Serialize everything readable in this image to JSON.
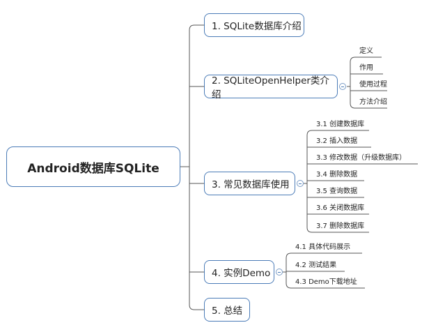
{
  "root": {
    "label": "Android数据库SQLite"
  },
  "topics": [
    {
      "label": "1. SQLite数据库介绍",
      "subtopics": []
    },
    {
      "label": "2. SQLiteOpenHelper类介绍",
      "subtopics": [
        "定义",
        "作用",
        "使用过程",
        "方法介绍"
      ]
    },
    {
      "label": "3. 常见数据库使用",
      "subtopics": [
        "3.1 创建数据库",
        "3.2 插入数据",
        "3.3 修改数据（升级数据库）",
        "3.4 删除数据",
        "3.5 查询数据",
        "3.6 关闭数据库",
        "3.7 删除数据库"
      ]
    },
    {
      "label": "4. 实例Demo",
      "subtopics": [
        "4.1 具体代码展示",
        "4.2 测试结果",
        "4.3 Demo下载地址"
      ]
    },
    {
      "label": "5. 总结",
      "subtopics": []
    }
  ],
  "colors": {
    "border": "#4a7bb7",
    "line": "#555555"
  }
}
